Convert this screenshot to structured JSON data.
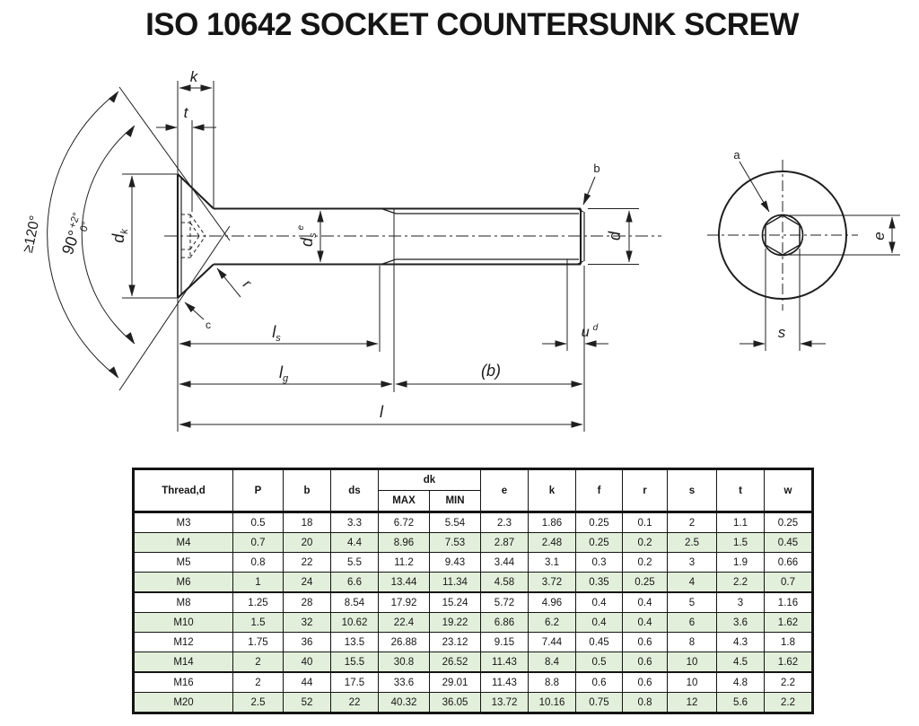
{
  "title": "ISO 10642 SOCKET COUNTERSUNK SCREW",
  "colors": {
    "line": "#1f1f1f",
    "row_green": "#e2efda"
  },
  "drawing": {
    "side_view": {
      "k": "k",
      "t": "t",
      "dk_base": "d",
      "dk_sub": "k",
      "ds_base": "d",
      "ds_sub": "s",
      "ds_note": "e",
      "d": "d",
      "note_b": "b",
      "note_c": "c",
      "r": "r",
      "ls_base": "l",
      "ls_sub": "s",
      "lg_base": "l",
      "lg_sub": "g",
      "b_paren": "(b)",
      "l": "l",
      "u": "u",
      "u_note": "d",
      "angle_min": "≥120°",
      "angle_90": "90°",
      "angle_plus": "+2°",
      "angle_zero": "0°"
    },
    "end_view": {
      "note_a": "a",
      "e": "e",
      "s": "s"
    }
  },
  "table": {
    "headers": {
      "thread": "Thread,d",
      "p": "P",
      "b": "b",
      "ds": "ds",
      "dk": "dk",
      "max": "MAX",
      "min": "MIN",
      "e": "e",
      "k": "k",
      "f": "f",
      "r": "r",
      "s": "s",
      "t": "t",
      "w": "w"
    },
    "rows": [
      {
        "thread": "M3",
        "p": "0.5",
        "b": "18",
        "ds": "3.3",
        "dk_max": "6.72",
        "dk_min": "5.54",
        "e": "2.3",
        "k": "1.86",
        "f": "0.25",
        "r": "0.1",
        "s": "2",
        "t": "1.1",
        "w": "0.25"
      },
      {
        "thread": "M4",
        "p": "0.7",
        "b": "20",
        "ds": "4.4",
        "dk_max": "8.96",
        "dk_min": "7.53",
        "e": "2.87",
        "k": "2.48",
        "f": "0.25",
        "r": "0.2",
        "s": "2.5",
        "t": "1.5",
        "w": "0.45"
      },
      {
        "thread": "M5",
        "p": "0.8",
        "b": "22",
        "ds": "5.5",
        "dk_max": "11.2",
        "dk_min": "9.43",
        "e": "3.44",
        "k": "3.1",
        "f": "0.3",
        "r": "0.2",
        "s": "3",
        "t": "1.9",
        "w": "0.66"
      },
      {
        "thread": "M6",
        "p": "1",
        "b": "24",
        "ds": "6.6",
        "dk_max": "13.44",
        "dk_min": "11.34",
        "e": "4.58",
        "k": "3.72",
        "f": "0.35",
        "r": "0.25",
        "s": "4",
        "t": "2.2",
        "w": "0.7"
      },
      {
        "thread": "M8",
        "p": "1.25",
        "b": "28",
        "ds": "8.54",
        "dk_max": "17.92",
        "dk_min": "15.24",
        "e": "5.72",
        "k": "4.96",
        "f": "0.4",
        "r": "0.4",
        "s": "5",
        "t": "3",
        "w": "1.16"
      },
      {
        "thread": "M10",
        "p": "1.5",
        "b": "32",
        "ds": "10.62",
        "dk_max": "22.4",
        "dk_min": "19.22",
        "e": "6.86",
        "k": "6.2",
        "f": "0.4",
        "r": "0.4",
        "s": "6",
        "t": "3.6",
        "w": "1.62"
      },
      {
        "thread": "M12",
        "p": "1.75",
        "b": "36",
        "ds": "13.5",
        "dk_max": "26.88",
        "dk_min": "23.12",
        "e": "9.15",
        "k": "7.44",
        "f": "0.45",
        "r": "0.6",
        "s": "8",
        "t": "4.3",
        "w": "1.8"
      },
      {
        "thread": "M14",
        "p": "2",
        "b": "40",
        "ds": "15.5",
        "dk_max": "30.8",
        "dk_min": "26.52",
        "e": "11.43",
        "k": "8.4",
        "f": "0.5",
        "r": "0.6",
        "s": "10",
        "t": "4.5",
        "w": "1.62"
      },
      {
        "thread": "M16",
        "p": "2",
        "b": "44",
        "ds": "17.5",
        "dk_max": "33.6",
        "dk_min": "29.01",
        "e": "11.43",
        "k": "8.8",
        "f": "0.6",
        "r": "0.6",
        "s": "10",
        "t": "4.8",
        "w": "2.2"
      },
      {
        "thread": "M20",
        "p": "2.5",
        "b": "52",
        "ds": "22",
        "dk_max": "40.32",
        "dk_min": "36.05",
        "e": "13.72",
        "k": "10.16",
        "f": "0.75",
        "r": "0.8",
        "s": "12",
        "t": "5.6",
        "w": "2.2"
      }
    ]
  }
}
